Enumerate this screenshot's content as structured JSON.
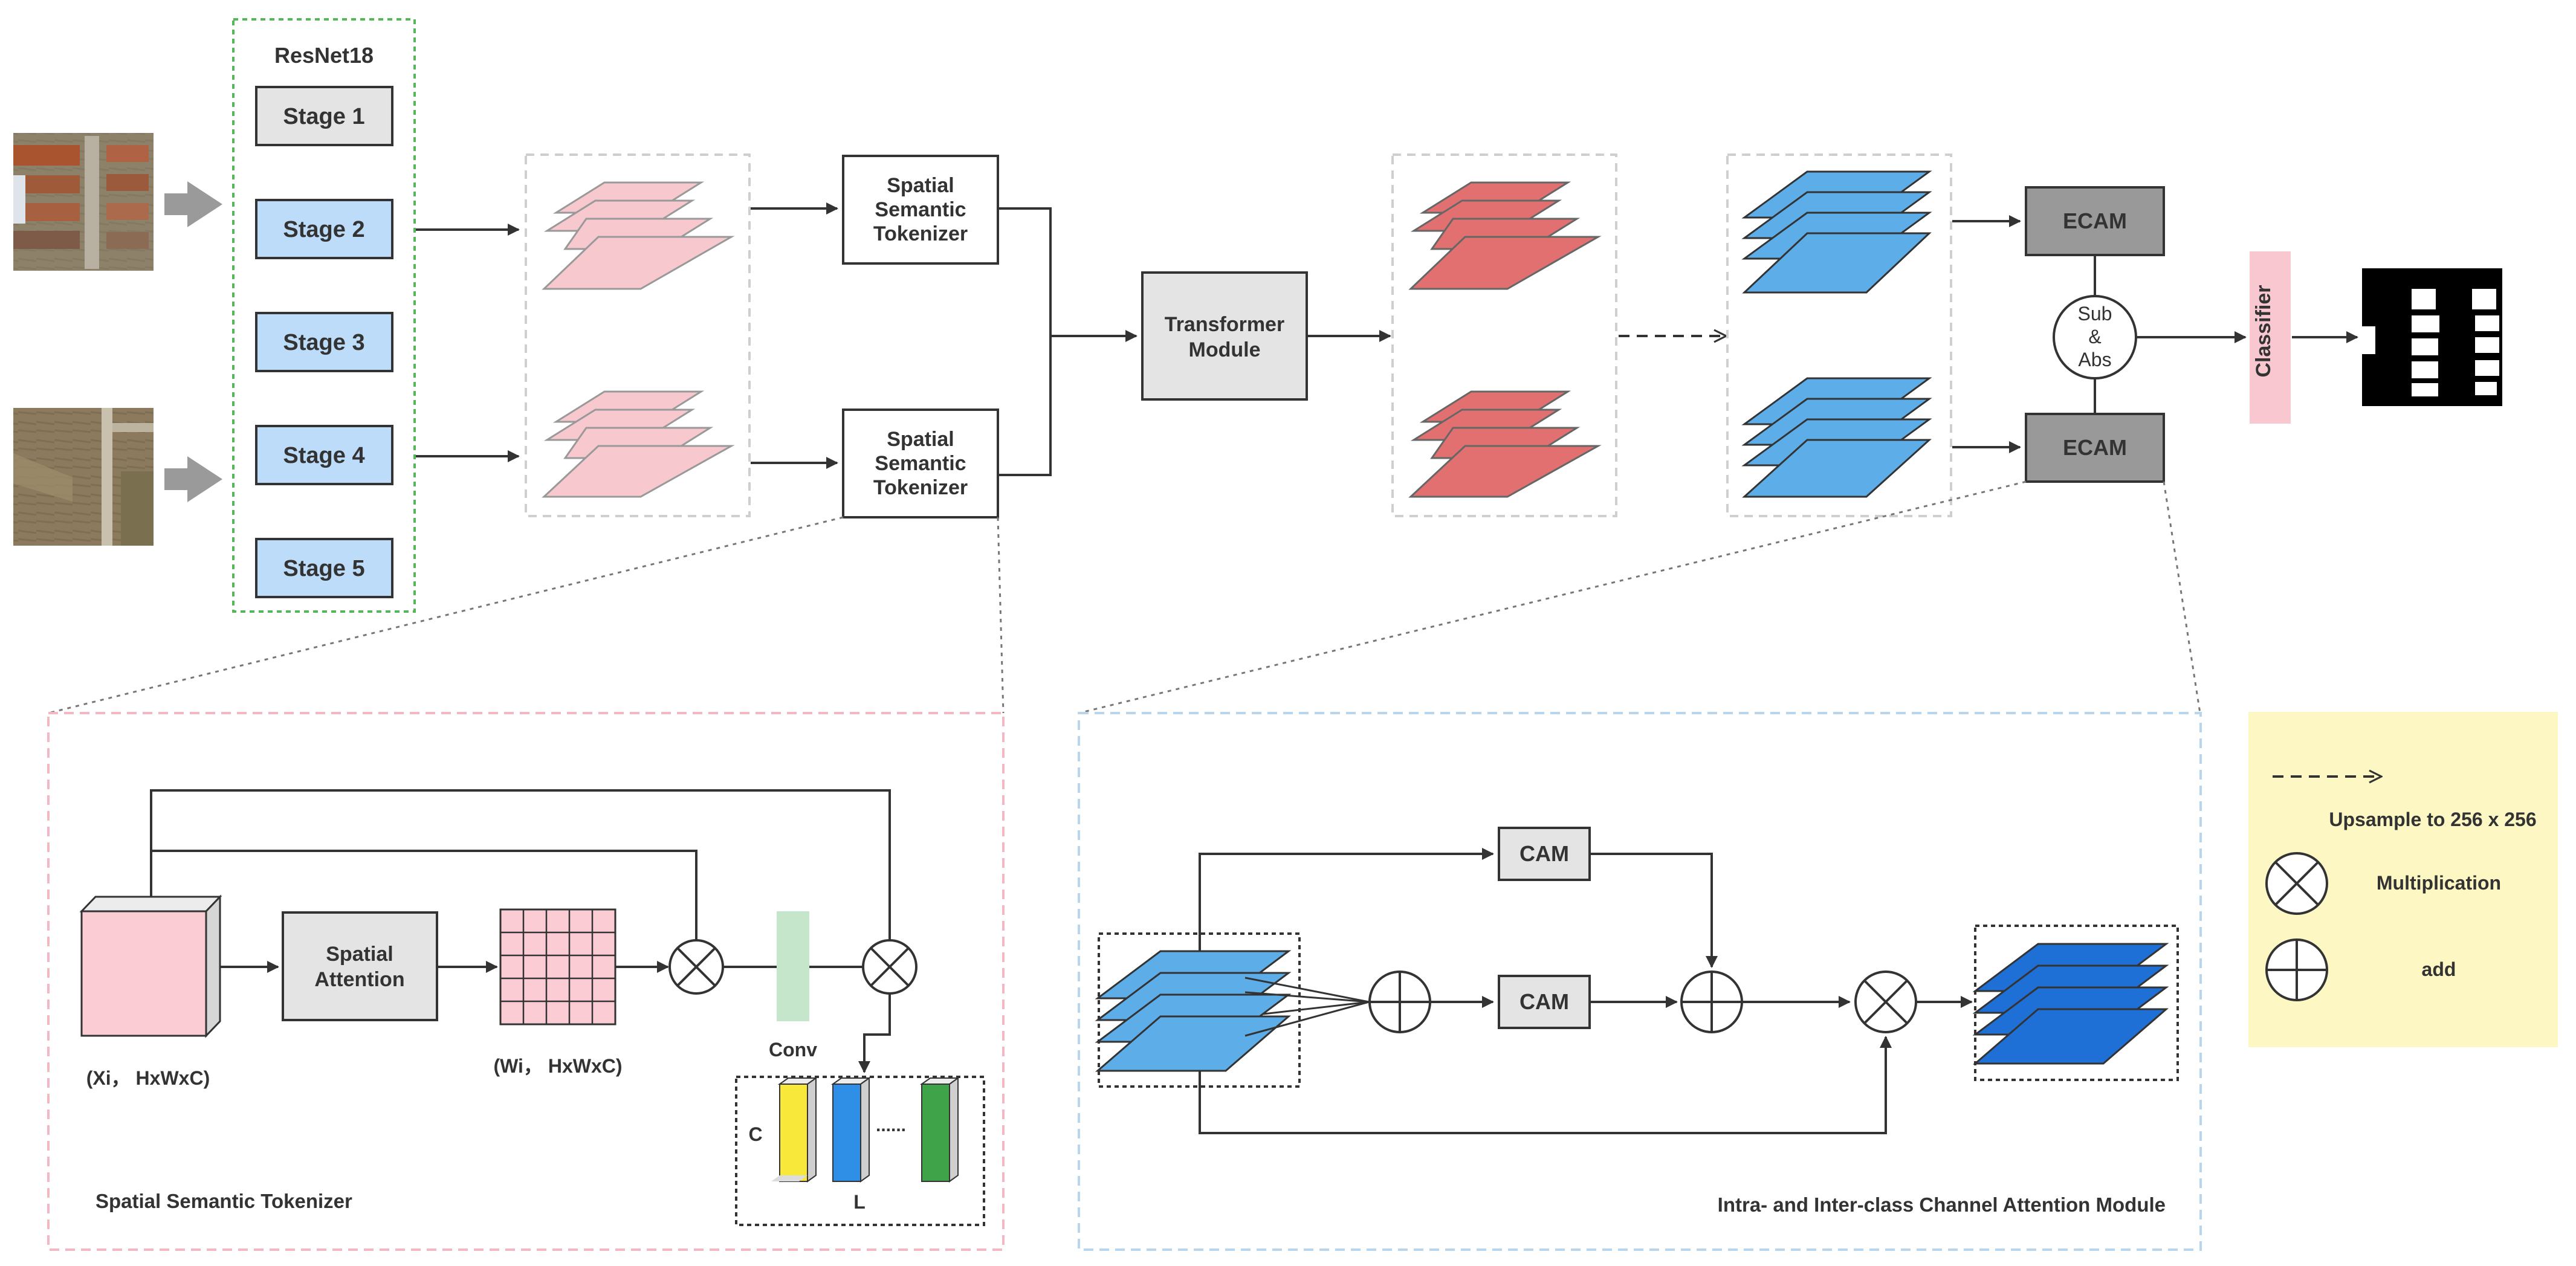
{
  "backbone": {
    "title": "ResNet18",
    "stages": [
      "Stage 1",
      "Stage 2",
      "Stage 3",
      "Stage 4",
      "Stage 5"
    ]
  },
  "tokenizer_top": [
    "Spatial",
    "Semantic",
    "Tokenizer"
  ],
  "tokenizer_bottom": [
    "Spatial",
    "Semantic",
    "Tokenizer"
  ],
  "transformer": [
    "Transformer",
    "Module"
  ],
  "ecam_top": "ECAM",
  "ecam_bottom": "ECAM",
  "subabs": [
    "Sub",
    "&",
    "Abs"
  ],
  "classifier": "Classifier",
  "sst_panel": {
    "title": "Spatial Semantic Tokenizer",
    "spatial_attention": [
      "Spatial",
      "Attention"
    ],
    "xi_label": "(Xi， HxWxC)",
    "wi_label": "(Wi， HxWxC)",
    "conv_label": "Conv",
    "c_label": "C",
    "l_label": "L",
    "dots": "......"
  },
  "icam_panel": {
    "title": "Intra- and Inter-class Channel Attention Module",
    "cam_top": "CAM",
    "cam_bottom": "CAM"
  },
  "legend": {
    "upsample": "Upsample to 256 x 256",
    "multiplication": "Multiplication",
    "add": "add"
  },
  "colors": {
    "stage_highlight": "#bcdcf9",
    "stage_plain": "#e4e4e4",
    "pink_feature": "#f8c8cf",
    "red_feature": "#e37070",
    "blue_feature": "#5dade8",
    "dark_blue_feature": "#1e6fd6",
    "ecam": "#999999",
    "classifier": "#f9c7cf",
    "legend_bg": "#fcf7c3",
    "token_yellow": "#f7e83a",
    "token_blue": "#2f8fe6",
    "token_green": "#3fa34a",
    "conv": "#c5e6cb"
  }
}
